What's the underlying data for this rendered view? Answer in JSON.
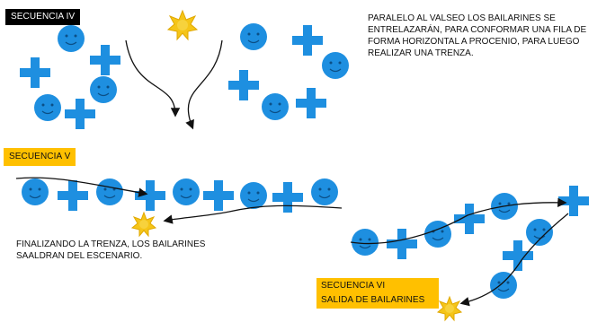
{
  "sections": {
    "seq4": {
      "label": "SECUENCIA IV",
      "description": "PARALELO AL VALSEO LOS BAILARINES SE\nENTRELAZARÁN, PARA CONFORMAR UNA FILA DE\nFORMA HORIZONTAL A PROCENIO, PARA LUEGO\nREALIZAR UNA TRENZA."
    },
    "seq5": {
      "label": "SECUENCIA V",
      "description": "FINALIZANDO LA TRENZA, LOS BAILARINES\nSAALDRAN DEL ESCENARIO."
    },
    "seq6": {
      "label_line1": "SECUENCIA VI",
      "label_line2": "SALIDA DE BAILARINES"
    }
  },
  "legend_colors": {
    "dancer": "#1e8fe0",
    "cross": "#1e8fe0",
    "sun": "#f5c518",
    "path": "#111111",
    "tag_black": "#000000",
    "tag_yellow": "#ffc000"
  },
  "icons": [
    "face-icon",
    "plus-icon",
    "sun-icon",
    "arrow-path"
  ]
}
